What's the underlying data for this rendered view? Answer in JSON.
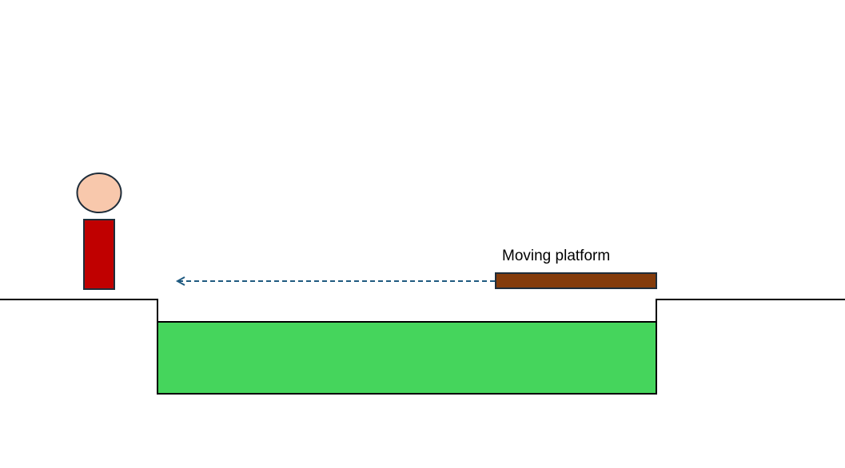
{
  "scene": {
    "platform_label": "Moving platform"
  },
  "colors": {
    "background": "#ffffff",
    "head": "#f8c8ac",
    "body": "#c00000",
    "platform": "#843c0c",
    "pool": "#45d55c",
    "outline": "#1f2d3a",
    "arrow": "#1f5a80",
    "ground_line": "#000000"
  },
  "motion": {
    "platform_direction": "left",
    "arrow_style": "dashed"
  }
}
